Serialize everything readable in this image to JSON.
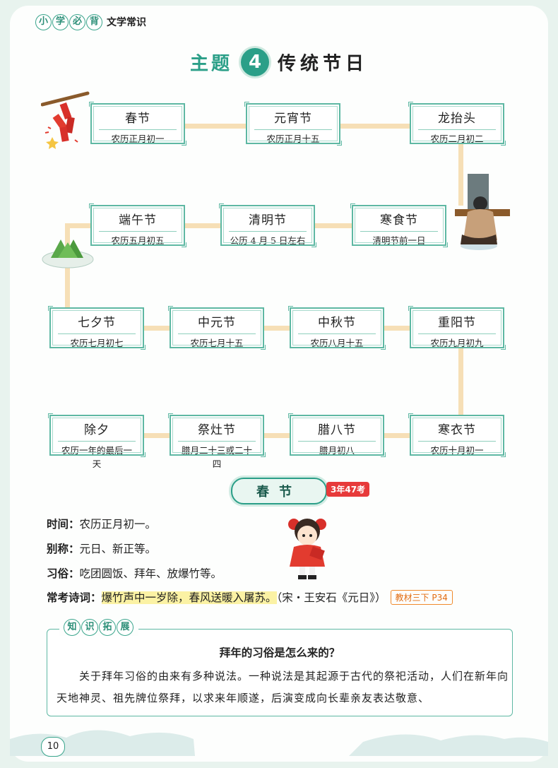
{
  "header": {
    "chars": [
      "小",
      "学",
      "必",
      "背"
    ],
    "tail": "文学常识"
  },
  "title": {
    "prefix": "主题",
    "number": "4",
    "text": "传统节日"
  },
  "festivals": [
    {
      "name": "春节",
      "date": "农历正月初一"
    },
    {
      "name": "元宵节",
      "date": "农历正月十五"
    },
    {
      "name": "龙抬头",
      "date": "农历二月初二"
    },
    {
      "name": "寒食节",
      "date": "清明节前一日"
    },
    {
      "name": "清明节",
      "date": "公历 4 月 5 日左右"
    },
    {
      "name": "端午节",
      "date": "农历五月初五"
    },
    {
      "name": "七夕节",
      "date": "农历七月初七"
    },
    {
      "name": "中元节",
      "date": "农历七月十五"
    },
    {
      "name": "中秋节",
      "date": "农历八月十五"
    },
    {
      "name": "重阳节",
      "date": "农历九月初九"
    },
    {
      "name": "寒衣节",
      "date": "农历十月初一"
    },
    {
      "name": "腊八节",
      "date": "腊月初八"
    },
    {
      "name": "祭灶节",
      "date": "腊月二十三或二十四"
    },
    {
      "name": "除夕",
      "date": "农历一年的最后一天"
    }
  ],
  "section": {
    "title": "春节",
    "badge": "3年47考"
  },
  "info": {
    "time_label": "时间：",
    "time": "农历正月初一。",
    "alias_label": "别称：",
    "alias": "元日、新正等。",
    "custom_label": "习俗：",
    "custom": "吃团圆饭、拜年、放爆竹等。",
    "poem_label": "常考诗词：",
    "poem": "爆竹声中一岁除，春风送暖入屠苏。",
    "poem_source": "（宋・王安石《元日》）",
    "textbook_ref": "教材三下 P34"
  },
  "extension": {
    "tag": [
      "知",
      "识",
      "拓",
      "展"
    ],
    "title": "拜年的习俗是怎么来的？",
    "text": "关于拜年习俗的由来有多种说法。一种说法是其起源于古代的祭祀活动，人们在新年向天地神灵、祖先牌位祭拜，以求来年顺遂，后演变成向长辈亲友表达敬意、"
  },
  "page_number": "10",
  "colors": {
    "accent": "#2b9f88",
    "connector": "#f6dfb6",
    "badge": "#e73a3a",
    "highlight": "#fbf2a4"
  }
}
